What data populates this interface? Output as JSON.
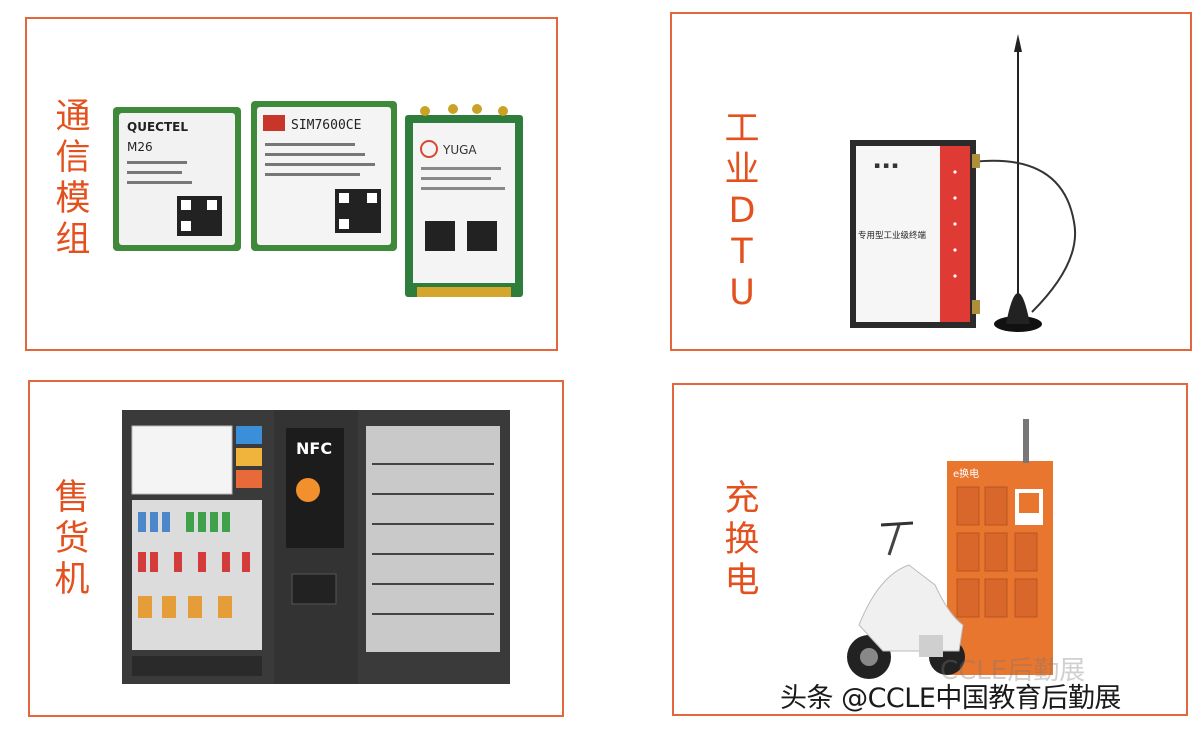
{
  "panels": [
    {
      "label_chars": [
        "通",
        "信",
        "模",
        "组"
      ]
    },
    {
      "label_chars": [
        "工",
        "业",
        "D",
        "T",
        "U"
      ]
    },
    {
      "label_chars": [
        "售",
        "货",
        "机"
      ]
    },
    {
      "label_chars": [
        "充",
        "换",
        "电"
      ]
    }
  ],
  "modules": {
    "m26": {
      "brand": "QUECTEL",
      "model": "M26"
    },
    "sim7600": {
      "model": "SIM7600CE"
    },
    "yuga": {
      "brand": "YUGA"
    }
  },
  "dtu": {
    "panel_text": "专用型工业级终端"
  },
  "vending": {
    "nfc": "NFC"
  },
  "charger": {
    "brand": "e换电"
  },
  "watermark": "头条 @CCLE中国教育后勤展",
  "faint_watermark": "CCLE后勤展",
  "colors": {
    "accent": "#e2673c",
    "label": "#e3511f",
    "orange_cabinet": "#e8762e",
    "pcb_green": "#2f7d3c"
  }
}
